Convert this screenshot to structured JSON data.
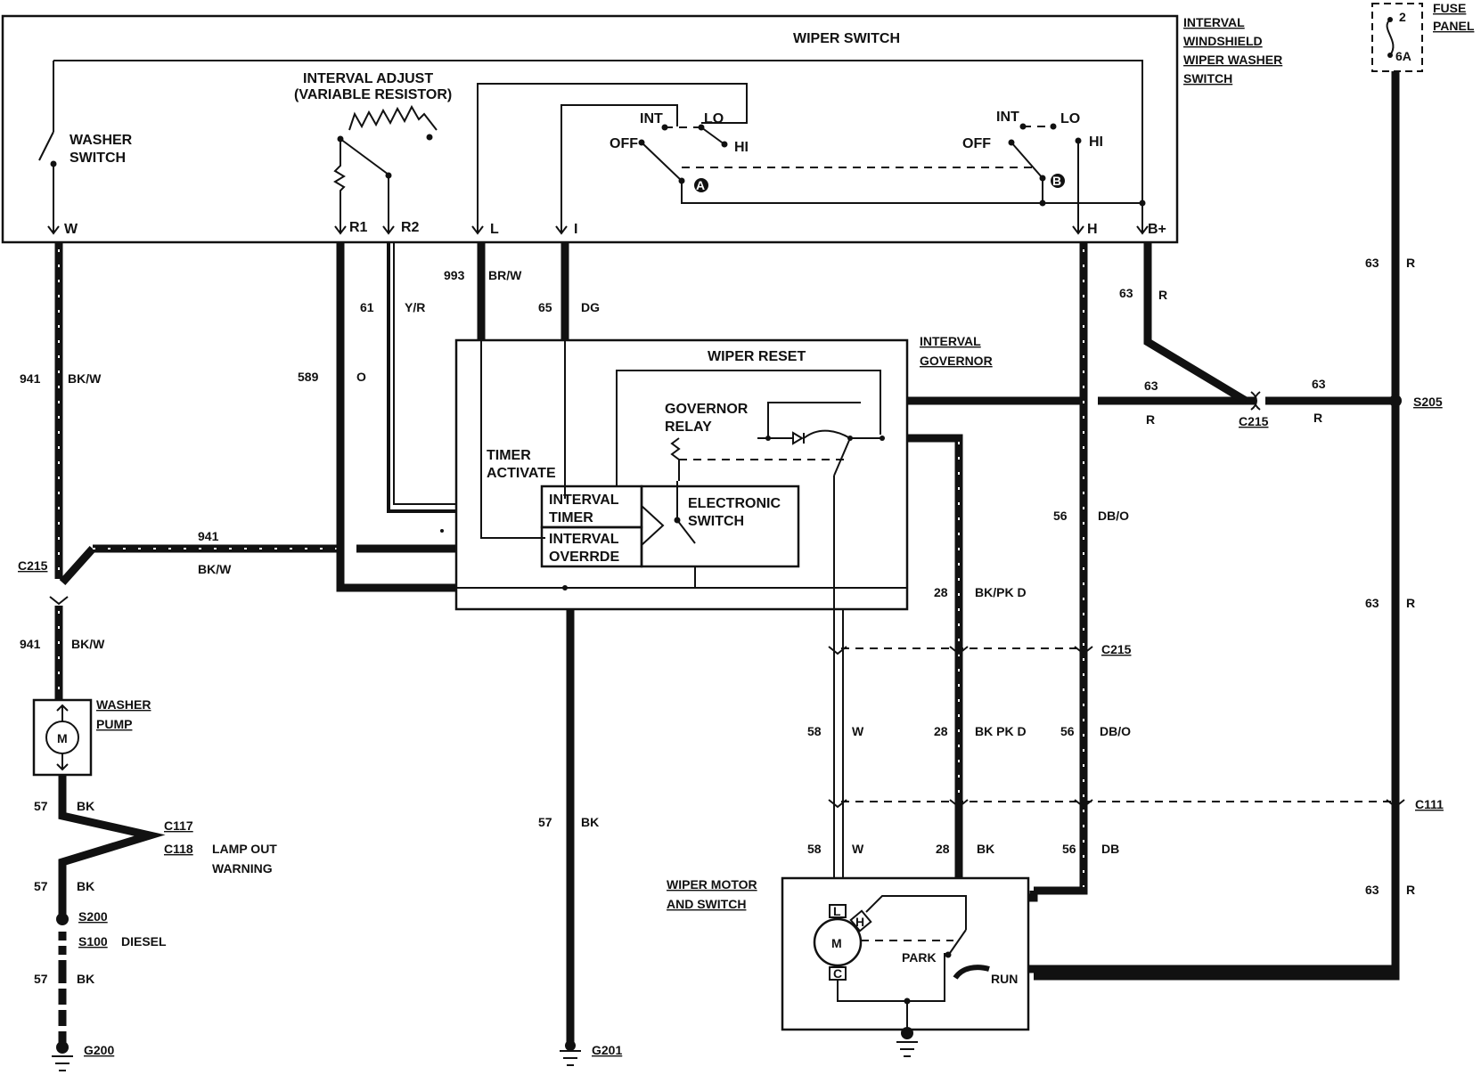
{
  "components": {
    "wiper_switch": "WIPER SWITCH",
    "interval_switch": [
      "INTERVAL",
      "WINDSHIELD",
      "WIPER WASHER",
      "SWITCH"
    ],
    "fuse_panel": [
      "FUSE",
      "PANEL"
    ],
    "fuse_top": "2",
    "fuse_rating": "6A",
    "interval_adjust": [
      "INTERVAL ADJUST",
      "(VARIABLE RESISTOR)"
    ],
    "washer_switch": [
      "WASHER",
      "SWITCH"
    ],
    "wiper_reset": "WIPER RESET",
    "interval_governor": [
      "INTERVAL",
      "GOVERNOR"
    ],
    "governor_relay": [
      "GOVERNOR",
      "RELAY"
    ],
    "timer_activate": [
      "TIMER",
      "ACTIVATE"
    ],
    "interval_timer": [
      "INTERVAL",
      "TIMER"
    ],
    "interval_override": [
      "INTERVAL",
      "OVERRDE"
    ],
    "electronic_switch": [
      "ELECTRONIC",
      "SWITCH"
    ],
    "washer_pump": [
      "WASHER",
      "PUMP"
    ],
    "lamp_out_warning": [
      "LAMP OUT",
      "WARNING"
    ],
    "wiper_motor": [
      "WIPER MOTOR",
      "AND SWITCH"
    ],
    "motor_m": "M",
    "motor_l": "L",
    "motor_h": "H",
    "motor_c": "C",
    "park": "PARK",
    "run": "RUN",
    "diesel": "DIESEL"
  },
  "switch_positions": {
    "int": "INT",
    "lo": "LO",
    "off": "OFF",
    "hi": "HI",
    "a": "A",
    "b": "B"
  },
  "terminals": {
    "w": "W",
    "r1": "R1",
    "r2": "R2",
    "l": "L",
    "i": "I",
    "h": "H",
    "bplus": "B+"
  },
  "connectors": {
    "c215": "C215",
    "c117": "C117",
    "c118": "C118",
    "c111": "C111",
    "s205": "S205",
    "s200": "S200",
    "s100": "S100",
    "g200": "G200",
    "g201": "G201"
  },
  "wires": {
    "n941": "941",
    "bkw": "BK/W",
    "n589": "589",
    "o": "O",
    "n61": "61",
    "yr": "Y/R",
    "n993": "993",
    "brw": "BR/W",
    "n65": "65",
    "dg": "DG",
    "n63": "63",
    "r": "R",
    "n56": "56",
    "dbo": "DB/O",
    "db": "DB",
    "n28": "28",
    "bkpkd": "BK/PK D",
    "bkpkd2": "BK PK D",
    "bk": "BK",
    "n58": "58",
    "w": "W",
    "n57": "57"
  }
}
